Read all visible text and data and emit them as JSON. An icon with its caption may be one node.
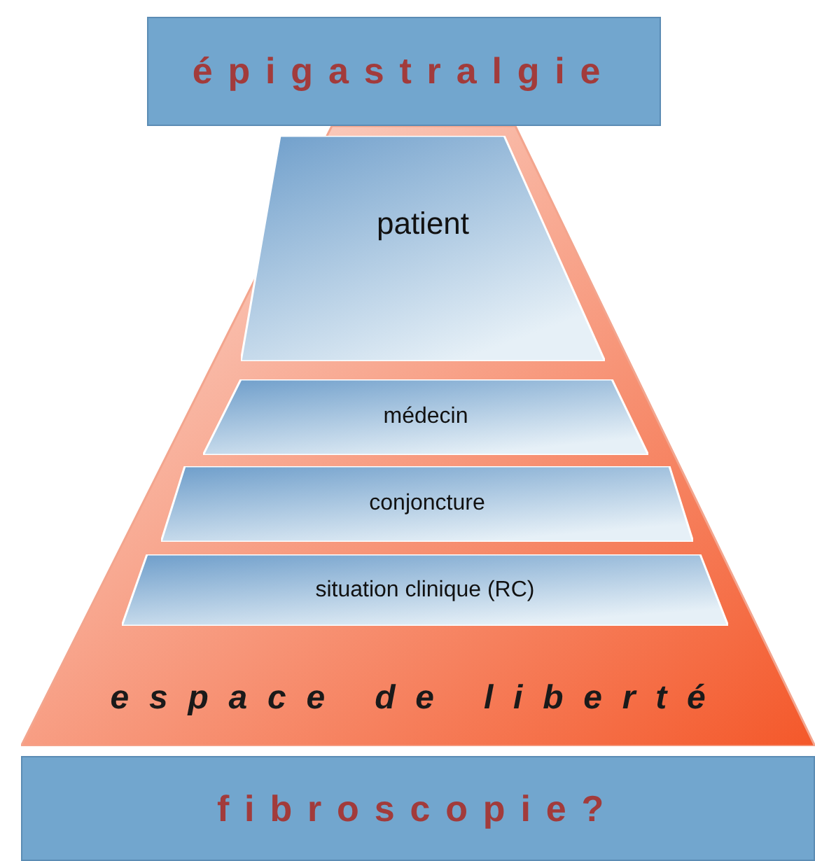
{
  "diagram": {
    "nodes": [
      {
        "text": [
          "épigastralgie"
        ]
      },
      {
        "text": [
          "espace de liberté"
        ]
      },
      {
        "text": [
          "patient"
        ],
        "in": 1
      },
      {
        "text": [
          "médecin"
        ],
        "in": 1
      },
      {
        "text": [
          "conjoncture"
        ],
        "in": 1
      },
      {
        "text": [
          "situation clinique (RC)"
        ],
        "in": 1
      },
      {
        "text": [
          "fibroscopie?"
        ]
      }
    ],
    "edges": []
  }
}
